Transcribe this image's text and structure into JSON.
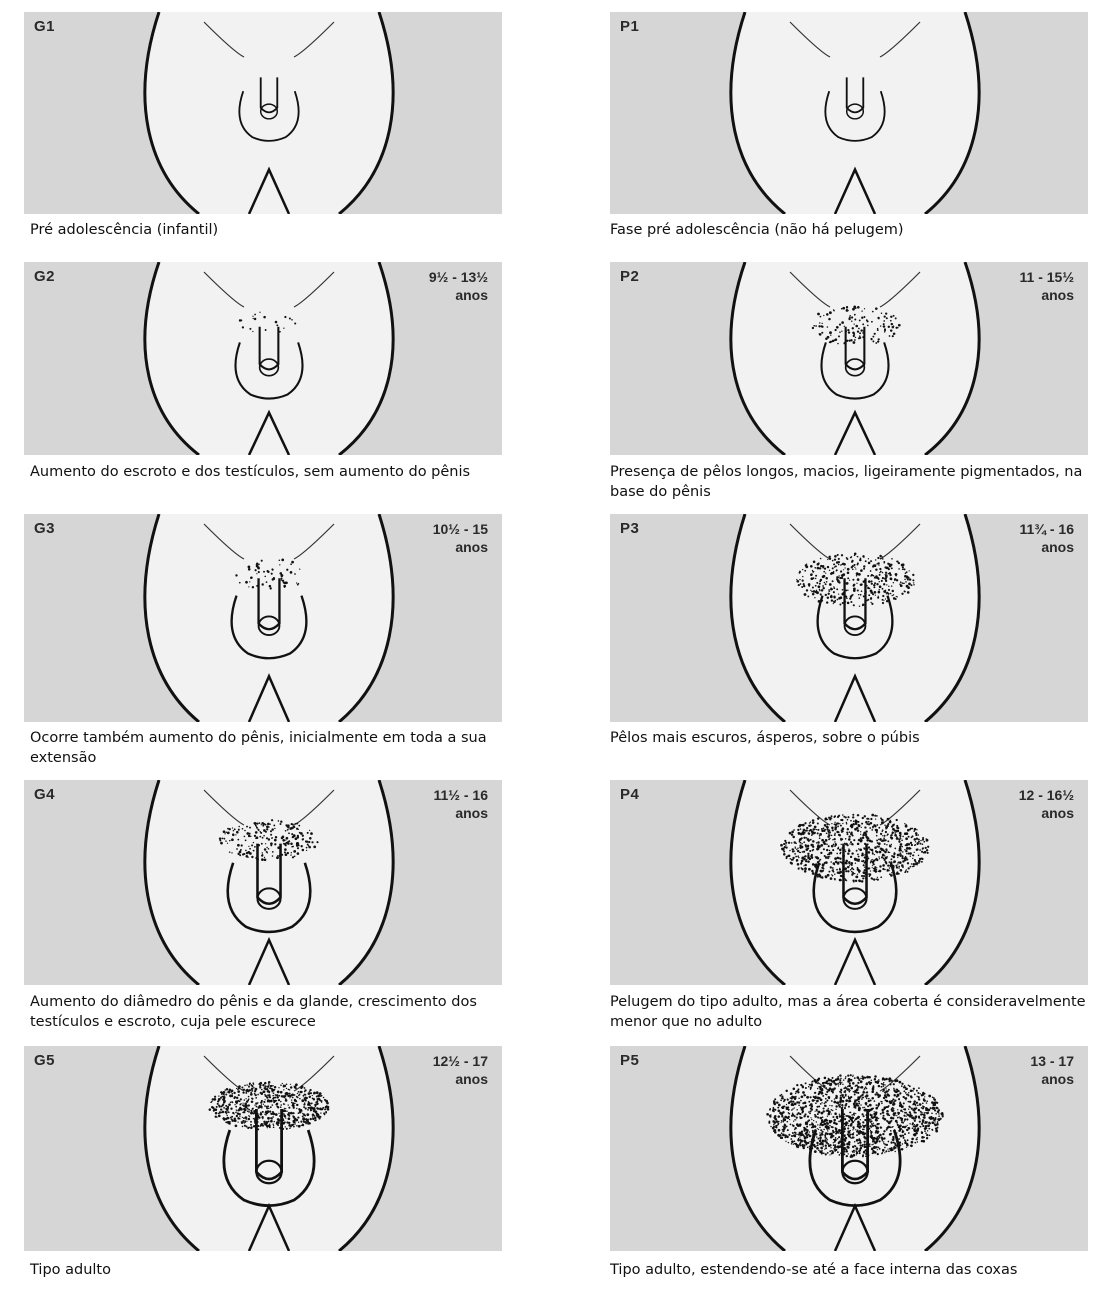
{
  "panels": [
    {
      "code": "G1",
      "age": "",
      "age_unit": "",
      "caption": "Pré adolescência (infantil)"
    },
    {
      "code": "P1",
      "age": "",
      "age_unit": "",
      "caption": "Fase pré adolescência (não há pelugem)"
    },
    {
      "code": "G2",
      "age": "9½ - 13½",
      "age_unit": "anos",
      "caption": "Aumento do escroto e dos testículos, sem aumento do pênis"
    },
    {
      "code": "P2",
      "age": "11 - 15½",
      "age_unit": "anos",
      "caption": "Presença de pêlos longos, macios, ligeiramente pigmentados, na base do pênis"
    },
    {
      "code": "G3",
      "age": "10½ - 15",
      "age_unit": "anos",
      "caption": "Ocorre também aumento do pênis, inicialmente em toda a sua extensão"
    },
    {
      "code": "P3",
      "age": "11¾ - 16",
      "age_unit": "anos",
      "caption": "Pêlos mais escuros, ásperos, sobre o púbis"
    },
    {
      "code": "G4",
      "age": "11½ - 16",
      "age_unit": "anos",
      "caption": "Aumento do diâmedro do pênis e da glande, crescimento dos testículos e escroto, cuja pele escurece"
    },
    {
      "code": "P4",
      "age": "12 - 16½",
      "age_unit": "anos",
      "caption": "Pelugem do tipo adulto, mas a área coberta é consideravelmente menor que no adulto"
    },
    {
      "code": "G5",
      "age": "12½ - 17",
      "age_unit": "anos",
      "caption": "Tipo adulto"
    },
    {
      "code": "P5",
      "age": "13 - 17",
      "age_unit": "anos",
      "caption": "Tipo adulto, estendendo-se até a face interna das coxas"
    }
  ]
}
